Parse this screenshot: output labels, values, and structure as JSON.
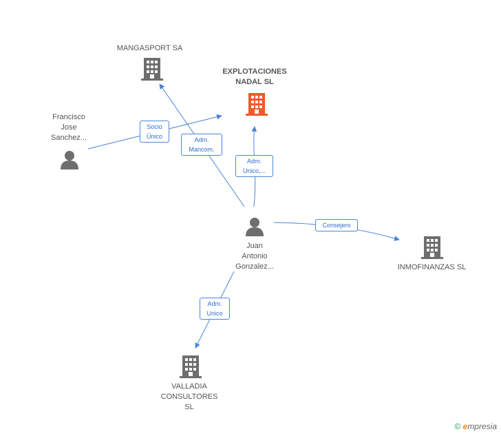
{
  "nodes": {
    "mangasport": {
      "label": "MANGASPORT SA"
    },
    "explotaciones": {
      "label": "EXPLOTACIONES\nNADAL  SL"
    },
    "francisco": {
      "label": "Francisco\nJose\nSanchez..."
    },
    "juan": {
      "label": "Juan\nAntonio\nGonzalez..."
    },
    "inmofinanzas": {
      "label": "INMOFINANZAS SL"
    },
    "valladia": {
      "label": "VALLADIA\nCONSULTORES\nSL"
    }
  },
  "edges": {
    "socio": {
      "label": "Socio\nÚnico"
    },
    "mancom": {
      "label": "Adm.\nMancom."
    },
    "unico_expl": {
      "label": "Adm.\nUnico,..."
    },
    "consejero": {
      "label": "Consejero"
    },
    "unico_valladia": {
      "label": "Adm.\nUnico"
    }
  },
  "colors": {
    "edge": "#4a86d8",
    "building": "#6e6e6e",
    "building_main": "#f05a28",
    "person": "#6e6e6e"
  },
  "footer": {
    "copyright": "©",
    "brand_e": "e",
    "brand": "mpresia"
  }
}
